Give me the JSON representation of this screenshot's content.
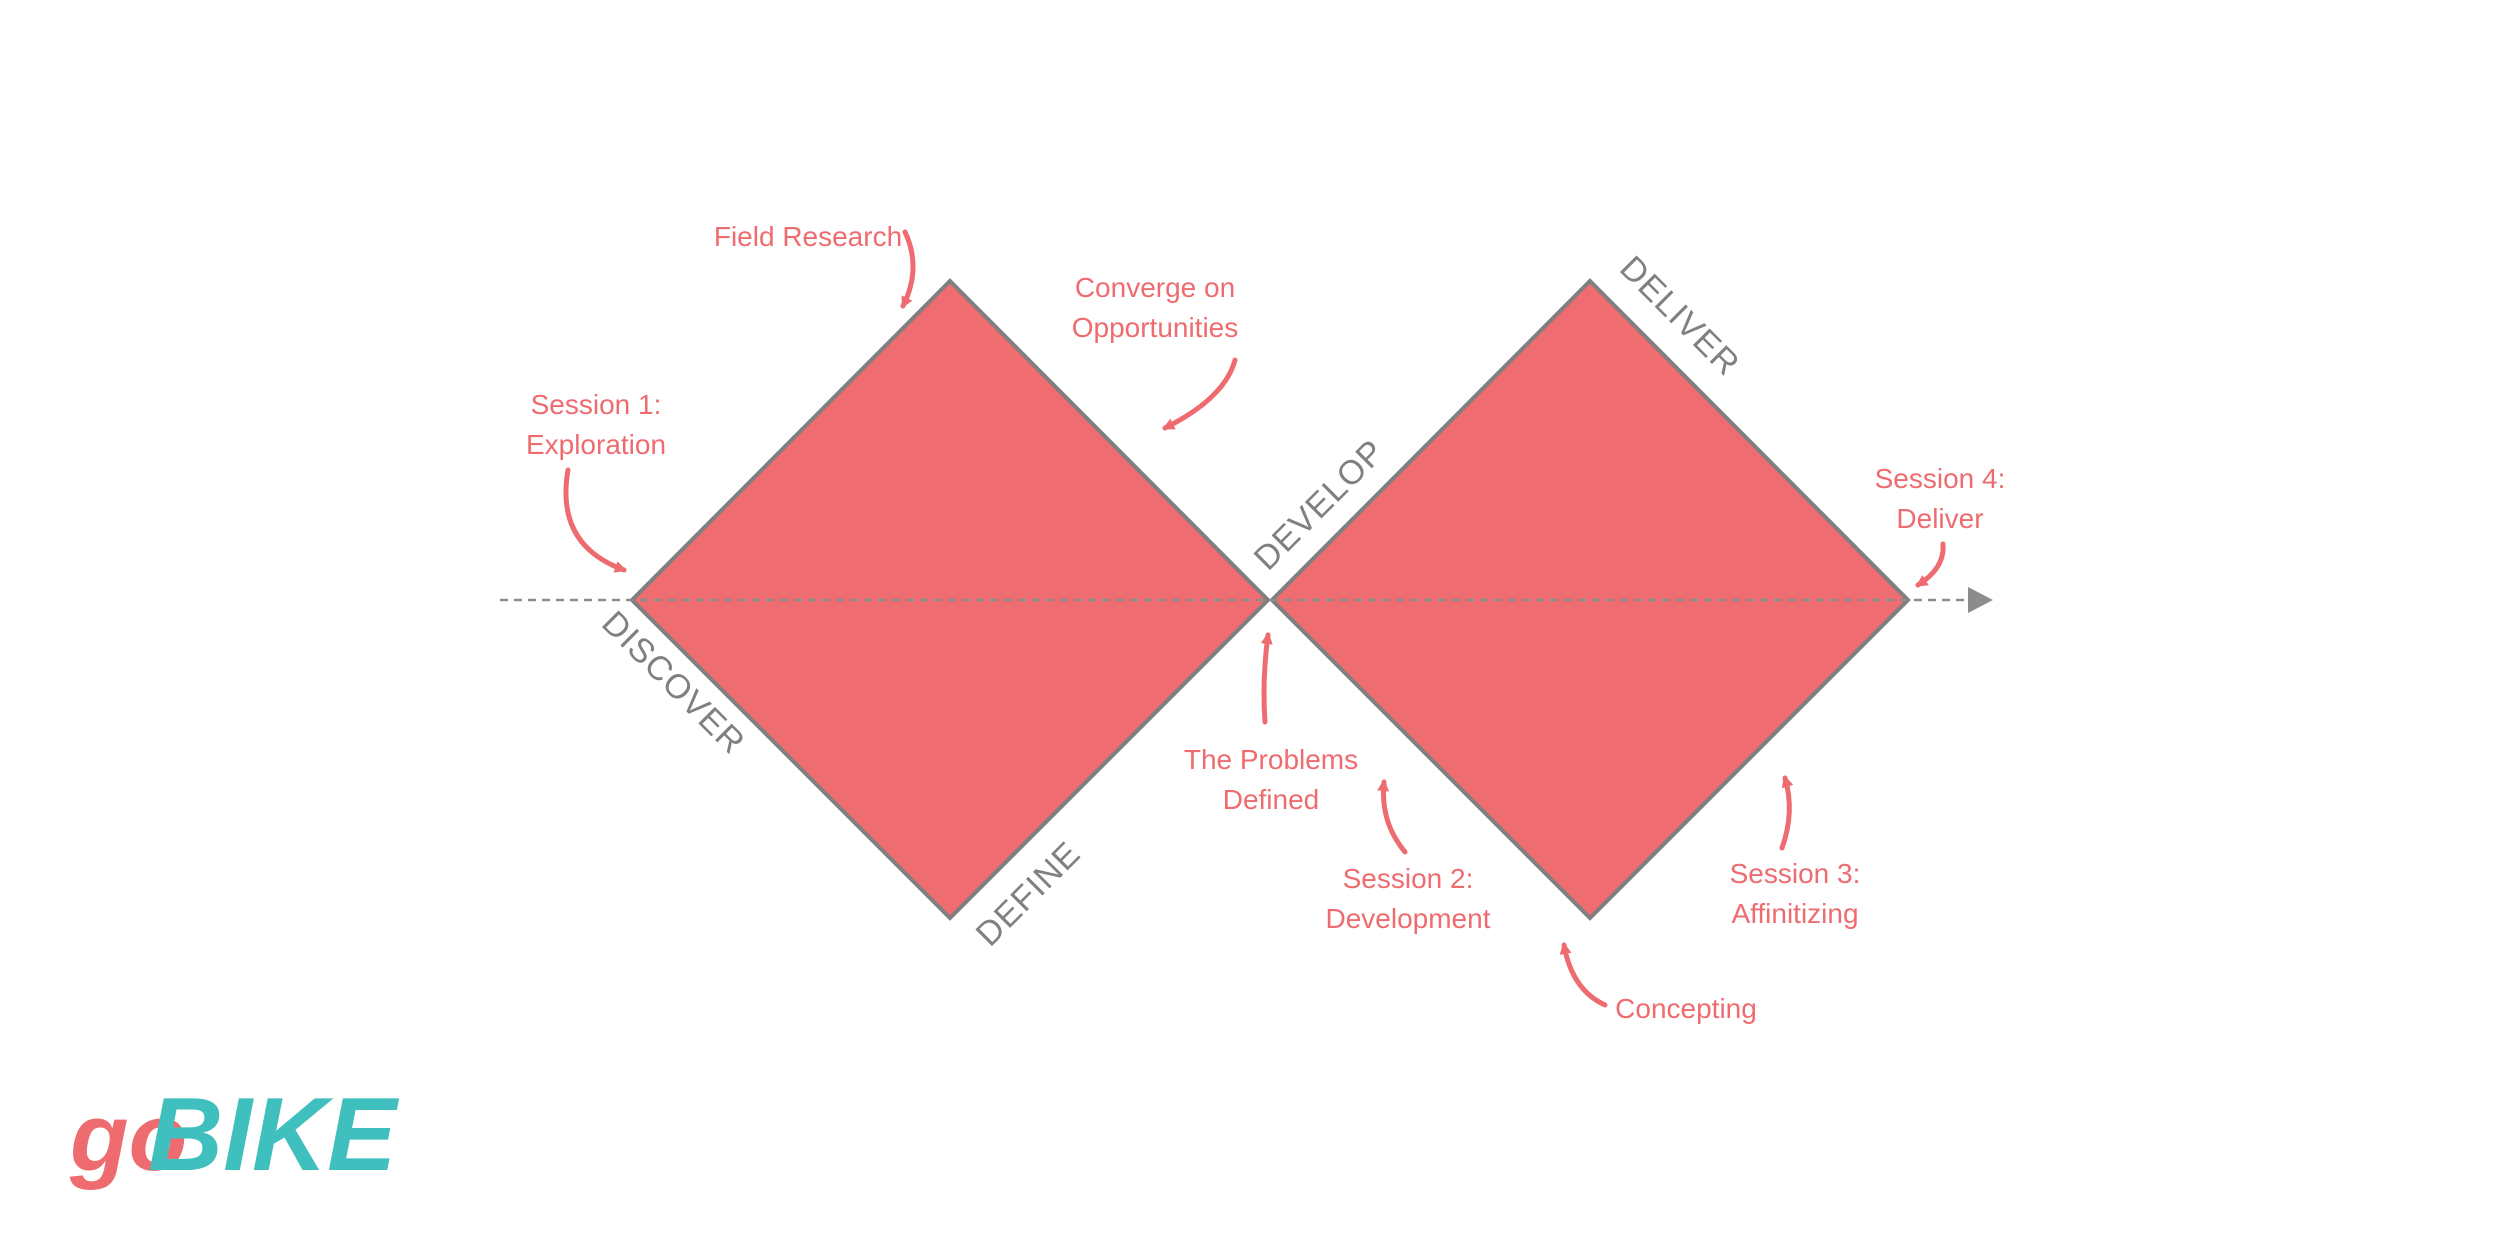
{
  "colors": {
    "accent": "#EE6C70",
    "diamond": "#EF6D71",
    "outline": "#7F7F7F",
    "axis": "#8C8C8C",
    "phase_text": "#808080",
    "logo_go": "#EE6C70",
    "logo_bike": "#3FBFBD"
  },
  "phases": {
    "discover": "DISCOVER",
    "define": "DEFINE",
    "develop": "DEVELOP",
    "deliver": "DELIVER"
  },
  "annotations": {
    "field_research": "Field Research",
    "converge_1": "Converge on",
    "converge_2": "Opportunities",
    "session1_1": "Session 1:",
    "session1_2": "Exploration",
    "problems_1": "The Problems",
    "problems_2": "Defined",
    "session2_1": "Session 2:",
    "session2_2": "Development",
    "concepting": "Concepting",
    "session3_1": "Session 3:",
    "session3_2": "Affinitizing",
    "session4_1": "Session 4:",
    "session4_2": "Deliver"
  },
  "logo": {
    "go": "go",
    "bike": "BIKE"
  }
}
